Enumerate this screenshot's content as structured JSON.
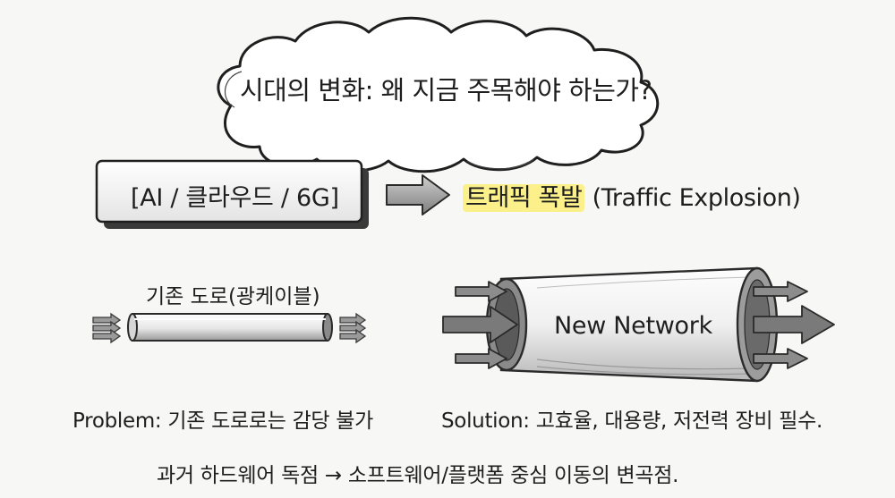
{
  "title": "시대의 변화: 왜 지금 주목해야 하는가?",
  "drivers_box": "[AI / 클라우드 / 6G]",
  "traffic": {
    "highlight": "트래픽 폭발",
    "english": "(Traffic Explosion)"
  },
  "old_road_label": "기존 도로(광케이블)",
  "new_network_label": "New Network",
  "problem": "Problem: 기존 도로로는 감당 불가",
  "solution": "Solution: 고효율, 대용량, 저전력 장비 필수.",
  "footer": "과거 하드웨어 독점 → 소프트웨어/플랫폼 중심 이동의 변곡점.",
  "colors": {
    "highlight": "#fbf08a",
    "ink": "#1e1e1e"
  }
}
